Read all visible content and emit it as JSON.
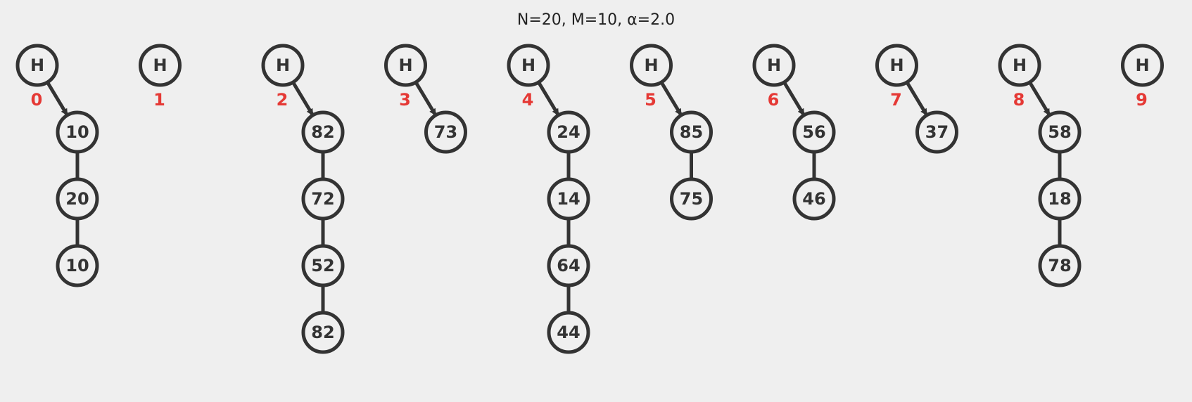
{
  "title": "N=20, M=10, α=2.0",
  "head_label": "H",
  "colors": {
    "background": "#efefef",
    "node_stroke": "#333333",
    "index_color": "#e53935"
  },
  "buckets": [
    {
      "index": "0",
      "values": [
        "10",
        "20",
        "10"
      ]
    },
    {
      "index": "1",
      "values": []
    },
    {
      "index": "2",
      "values": [
        "82",
        "72",
        "52",
        "82"
      ]
    },
    {
      "index": "3",
      "values": [
        "73"
      ]
    },
    {
      "index": "4",
      "values": [
        "24",
        "14",
        "64",
        "44"
      ]
    },
    {
      "index": "5",
      "values": [
        "85",
        "75"
      ]
    },
    {
      "index": "6",
      "values": [
        "56",
        "46"
      ]
    },
    {
      "index": "7",
      "values": [
        "37"
      ]
    },
    {
      "index": "8",
      "values": [
        "58",
        "18",
        "78"
      ]
    },
    {
      "index": "9",
      "values": []
    }
  ]
}
